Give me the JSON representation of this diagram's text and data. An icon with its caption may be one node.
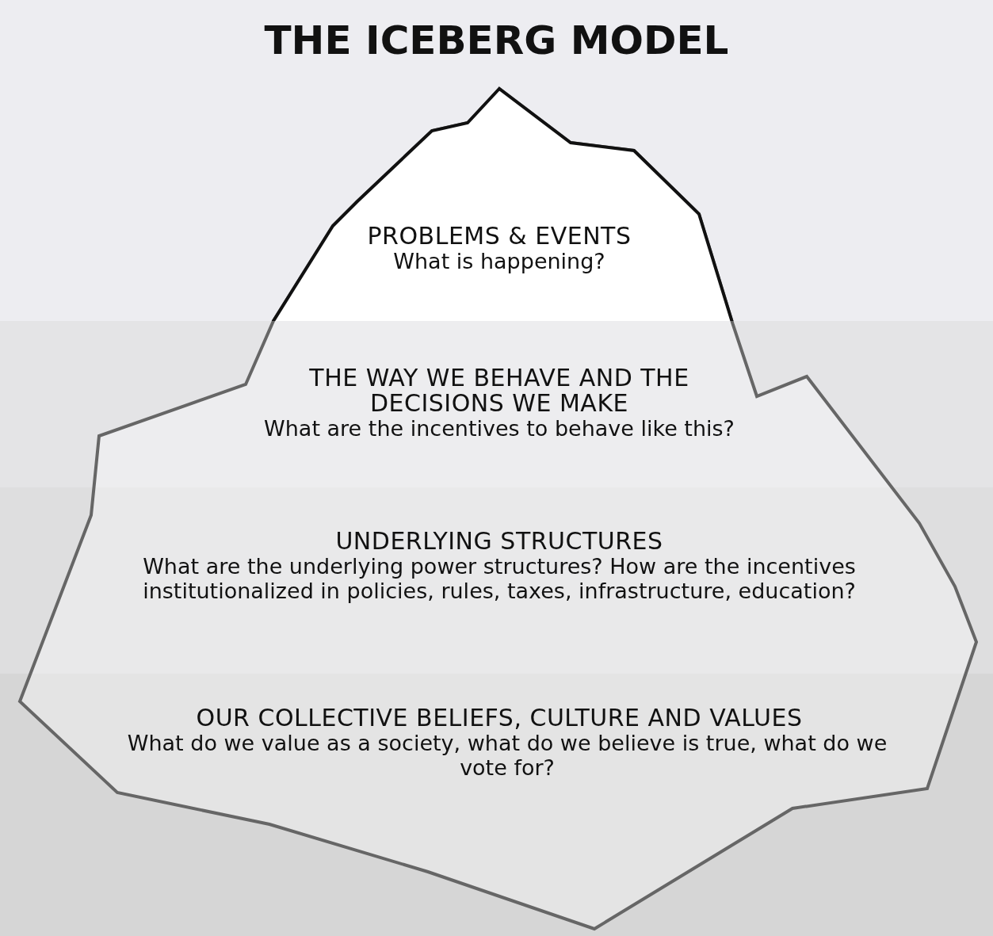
{
  "diagram": {
    "title": "THE ICEBERG MODEL",
    "nodes": [
      {
        "text": [
          "PROBLEMS & EVENTS",
          "What is happening?"
        ]
      },
      {
        "text": [
          "THE WAY WE BEHAVE AND THE DECISIONS WE MAKE",
          "What are the incentives to behave like this?"
        ]
      },
      {
        "text": [
          "UNDERLYING STRUCTURES",
          "What are the underlying power structures? How are the incentives institutionalized in policies, rules, taxes, infrastructure, education?"
        ]
      },
      {
        "text": [
          "OUR COLLECTIVE BELIEFS, CULTURE AND VALUES",
          "What do we value as a society, what do we believe is true, what do we vote for?"
        ]
      }
    ],
    "edges": []
  }
}
